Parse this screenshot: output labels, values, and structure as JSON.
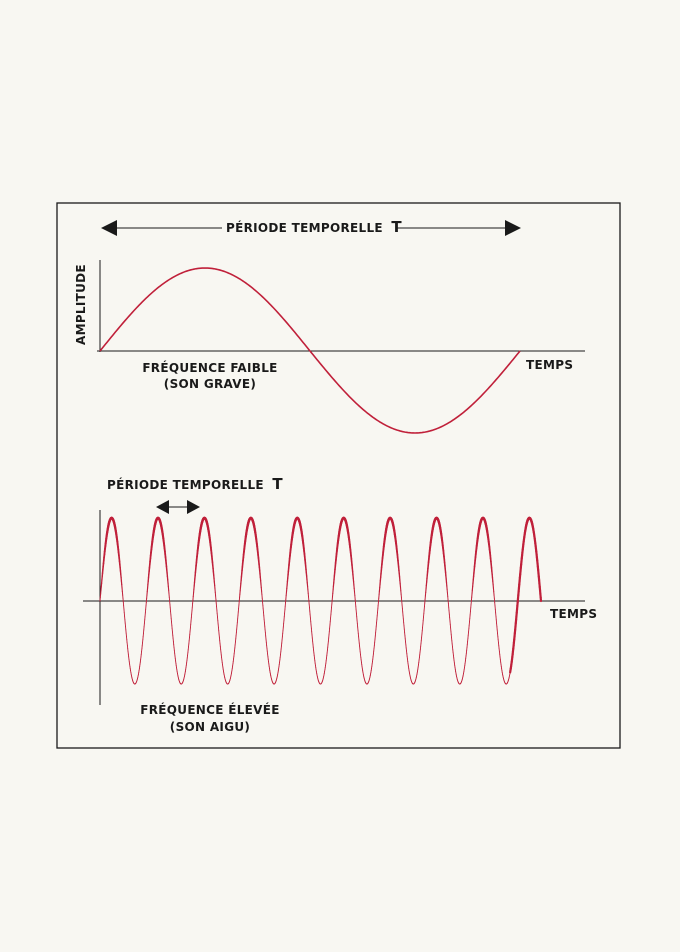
{
  "colors": {
    "background": "#f8f7f2",
    "frame": "#1a1a1a",
    "wave": "#c0203a",
    "axis": "#1a1a1a"
  },
  "top_panel": {
    "period_label": "PÉRIODE TEMPORELLE",
    "period_symbol": "T",
    "y_axis_label": "AMPLITUDE",
    "x_axis_label": "TEMPS",
    "wave_label_line1": "FRÉQUENCE FAIBLE",
    "wave_label_line2": "(SON GRAVE)",
    "cycles": 1
  },
  "bottom_panel": {
    "period_label": "PÉRIODE TEMPORELLE",
    "period_symbol": "T",
    "x_axis_label": "TEMPS",
    "wave_label_line1": "FRÉQUENCE ÉLEVÉE",
    "wave_label_line2": "(SON AIGU)",
    "cycles": 9.5
  }
}
